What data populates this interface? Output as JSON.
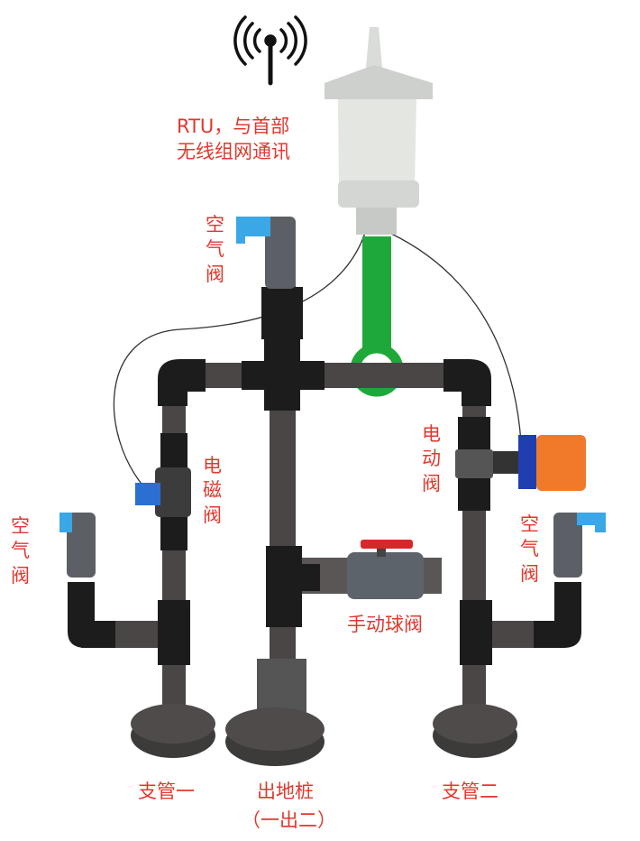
{
  "colors": {
    "label": "#e0382d",
    "pipe": "#4a4646",
    "fitting": "#1c1c1c",
    "green_pipe": "#1fa83a",
    "actuator": "#f07a2a",
    "air_valve_cap": "#3aa7e6"
  },
  "labels": {
    "rtu_line1": "RTU，与首部",
    "rtu_line2": "无线组网通讯",
    "air_valve_top": "空气阀",
    "solenoid_valve": "电磁阀",
    "electric_valve": "电动阀",
    "air_valve_left": "空气阀",
    "air_valve_right": "空气阀",
    "manual_ball_valve": "手动球阀",
    "branch_one": "支管一",
    "riser_line1": "出地桩",
    "riser_line2": "（一出二）",
    "branch_two": "支管二"
  },
  "icons": {
    "antenna": "wireless-antenna-icon"
  }
}
